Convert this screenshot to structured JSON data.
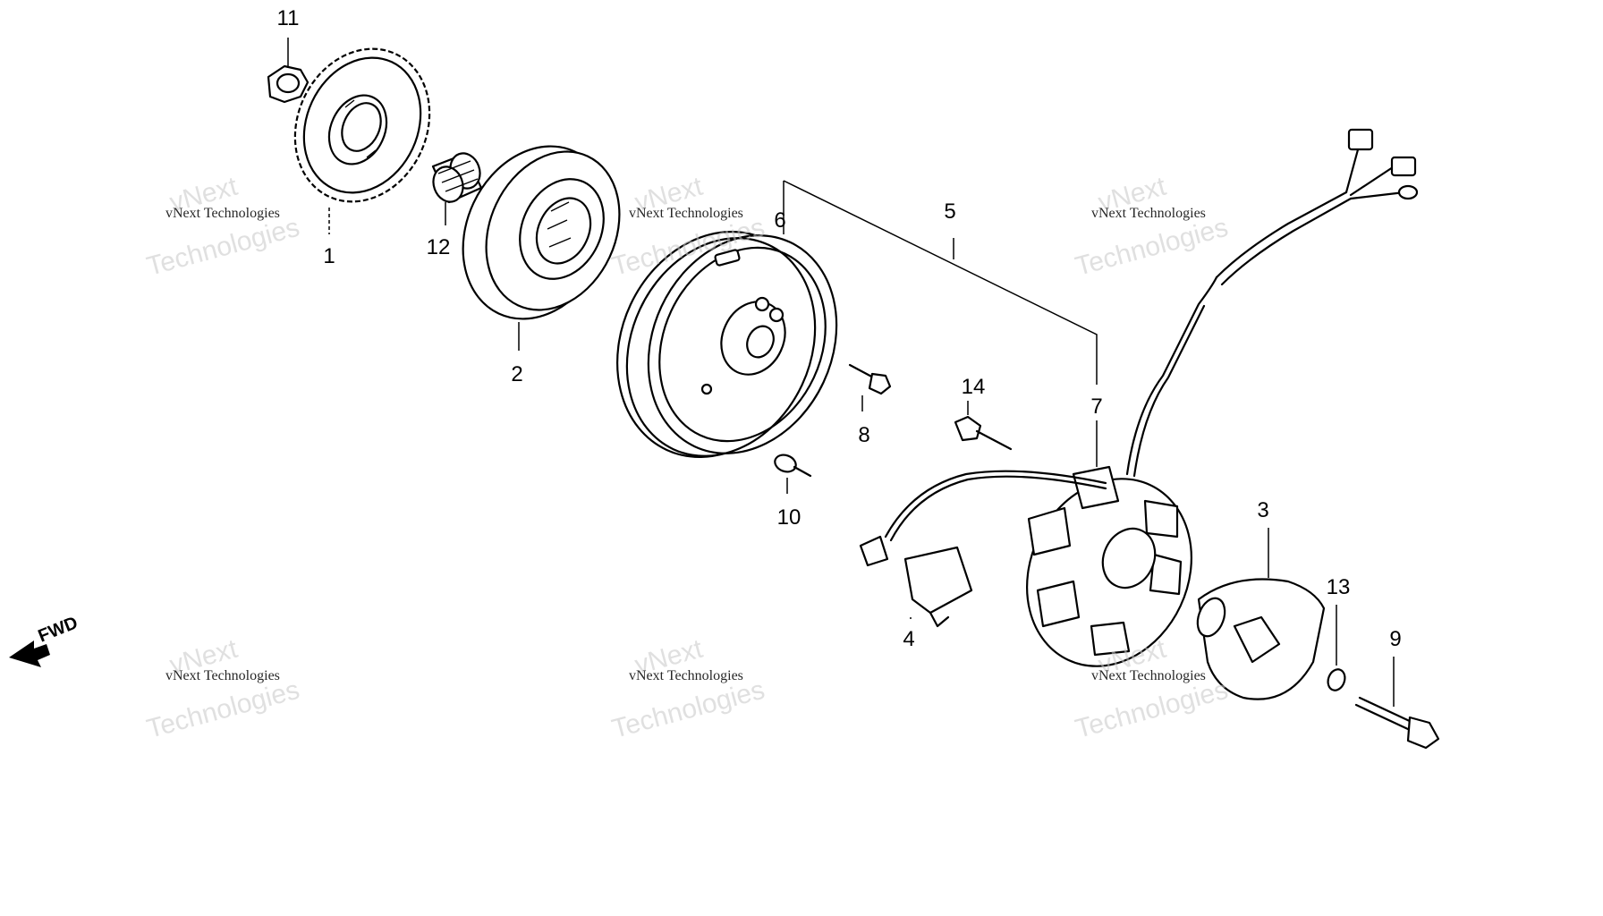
{
  "diagram": {
    "callouts": [
      "1",
      "2",
      "3",
      "4",
      "5",
      "6",
      "7",
      "8",
      "9",
      "10",
      "11",
      "12",
      "13",
      "14"
    ],
    "direction_label": "FWD"
  },
  "watermark": {
    "line1": "vNext Technologies",
    "line2": "vNext",
    "line3": "Technologies"
  }
}
